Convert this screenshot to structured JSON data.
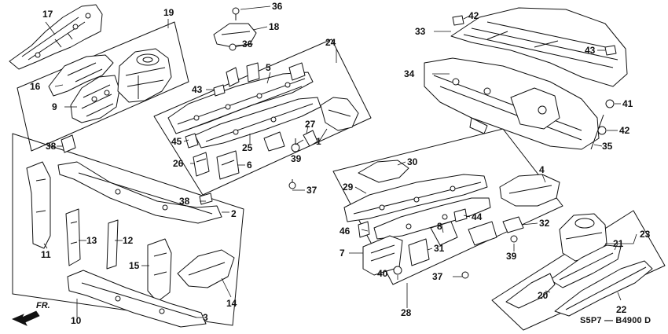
{
  "diagram": {
    "drawing_code": "S5P7 — B4900 D",
    "direction_label": "FR.",
    "callouts": [
      "1",
      "2",
      "3",
      "4",
      "5",
      "6",
      "7",
      "8",
      "9",
      "10",
      "11",
      "12",
      "13",
      "14",
      "15",
      "16",
      "17",
      "18",
      "19",
      "20",
      "21",
      "22",
      "23",
      "24",
      "25",
      "26",
      "27",
      "28",
      "29",
      "30",
      "31",
      "32",
      "33",
      "34",
      "35",
      "36",
      "36",
      "37",
      "37",
      "38",
      "38",
      "39",
      "39",
      "40",
      "41",
      "42",
      "42",
      "43",
      "43",
      "44",
      "45",
      "46"
    ]
  }
}
